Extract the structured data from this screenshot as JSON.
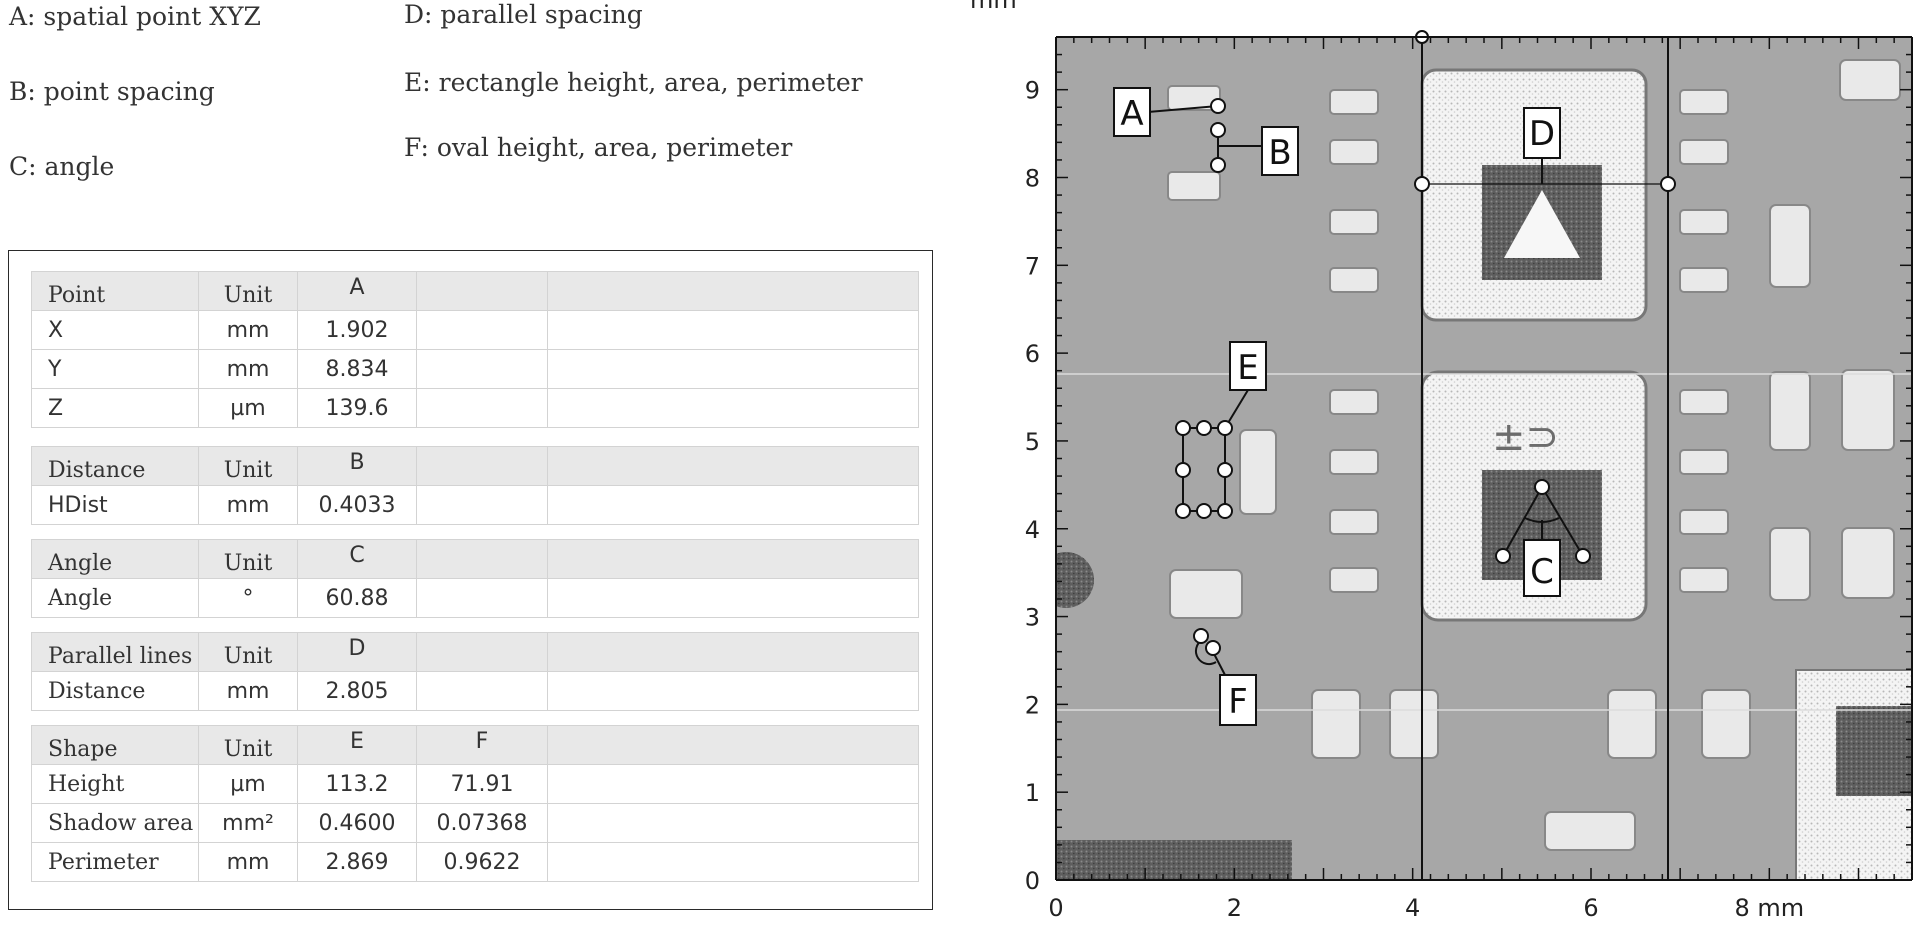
{
  "legend": {
    "a": "A: spatial point XYZ",
    "b": "B: point spacing",
    "c": "C: angle",
    "d": "D: parallel spacing",
    "e": "E: rectangle height, area, perimeter",
    "f": "F: oval height, area, perimeter"
  },
  "tables": {
    "point": {
      "header": [
        "Point",
        "Unit",
        "A"
      ],
      "rows": [
        [
          "X",
          "mm",
          "1.902"
        ],
        [
          "Y",
          "mm",
          "8.834"
        ],
        [
          "Z",
          "µm",
          "139.6"
        ]
      ]
    },
    "distance": {
      "header": [
        "Distance",
        "Unit",
        "B"
      ],
      "rows": [
        [
          "HDist",
          "mm",
          "0.4033"
        ]
      ]
    },
    "angle": {
      "header": [
        "Angle",
        "Unit",
        "C"
      ],
      "rows": [
        [
          "Angle",
          "°",
          "60.88"
        ]
      ]
    },
    "parallel": {
      "header": [
        "Parallel lines",
        "Unit",
        "D"
      ],
      "rows": [
        [
          "Distance",
          "mm",
          "2.805"
        ]
      ]
    },
    "shape": {
      "header": [
        "Shape",
        "Unit",
        "E",
        "F"
      ],
      "rows": [
        [
          "Height",
          "µm",
          "113.2",
          "71.91"
        ],
        [
          "Shadow area",
          "mm²",
          "0.4600",
          "0.07368"
        ],
        [
          "Perimeter",
          "mm",
          "2.869",
          "0.9622"
        ]
      ]
    }
  },
  "image_plot": {
    "x_unit": "mm",
    "y_unit": "mm",
    "x_ticks": [
      "0",
      "2",
      "4",
      "6",
      "8"
    ],
    "y_ticks": [
      "0",
      "1",
      "2",
      "3",
      "4",
      "5",
      "6",
      "7",
      "8",
      "9"
    ],
    "xlim": [
      0,
      9.6
    ],
    "ylim": [
      0,
      9.6
    ],
    "callouts": [
      "A",
      "B",
      "C",
      "D",
      "E",
      "F"
    ],
    "parallel_lines_x": [
      4.2,
      7.0
    ]
  }
}
